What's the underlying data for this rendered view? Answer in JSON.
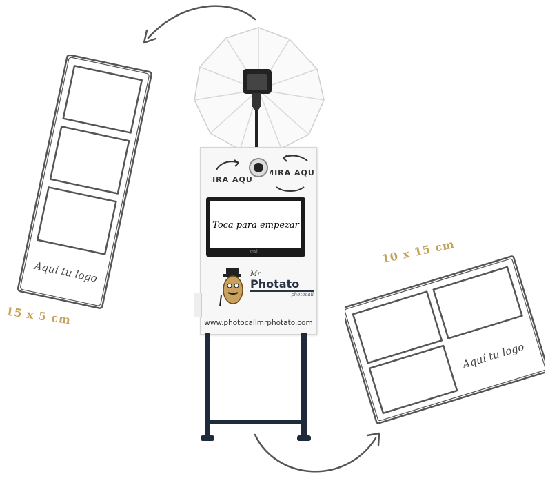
{
  "labels": {
    "strip_size": "15 x 5 cm",
    "postcard_size": "10 x 15 cm",
    "strip_logo": "Aquí tu logo",
    "postcard_logo": "Aquí tu logo"
  },
  "booth": {
    "look_here_left": "MIRA AQUÍ",
    "look_here_right": "MIRA AQUÍ",
    "screen_prompt": "Toca para empezar",
    "monitor_brand": "msi",
    "brand_prefix": "Mr",
    "brand_name": "Photato",
    "brand_sub": "photocall",
    "website": "www.photocallmrphotato.com"
  },
  "colors": {
    "label_gold": "#c3a25a",
    "sketch_gray": "#555555",
    "booth_white": "#f7f7f7",
    "stand_navy": "#1f2a3a"
  }
}
